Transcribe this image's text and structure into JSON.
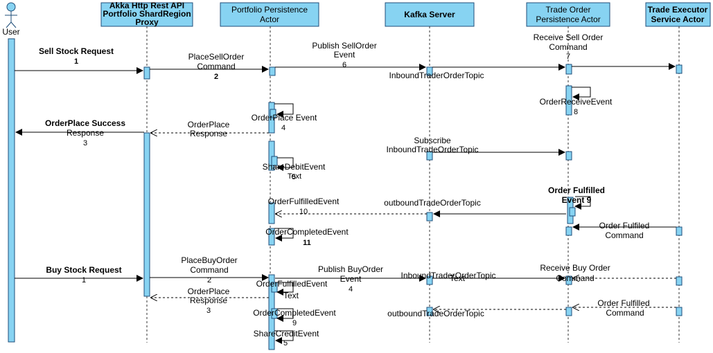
{
  "actor": {
    "label": "User"
  },
  "heads": [
    {
      "id": "proxy",
      "lines": [
        "Akka Http Rest API",
        "Portfolio ShardRegion",
        "Proxy"
      ]
    },
    {
      "id": "ppa",
      "lines": [
        "Portfolio Persistence",
        "Actor"
      ]
    },
    {
      "id": "kafka",
      "lines": [
        "Kafka Server"
      ]
    },
    {
      "id": "topa",
      "lines": [
        "Trade Order",
        "Persistence Actor"
      ]
    },
    {
      "id": "tesa",
      "lines": [
        "Trade Executor",
        "Service Actor"
      ]
    }
  ],
  "messages": {
    "m1": {
      "text": "Sell Stock Request",
      "num": "1"
    },
    "m2": {
      "text": "PlaceSellOrder",
      "text2": "Command",
      "num": "2"
    },
    "m6": {
      "text": "Publish SellOrder",
      "text2": "Event",
      "num": "6"
    },
    "m7": {
      "text": "Receive Sell Order",
      "text2": "Command",
      "num": "7"
    },
    "topic_in_1": "InboundTraderOrderTopic",
    "m8": {
      "text": "OrderReceiveEvent",
      "num": "8"
    },
    "m4": {
      "text": "OrderPlace Event",
      "num": "4"
    },
    "m3": {
      "text": "OrderPlace Success",
      "text2": "Response",
      "num": "3"
    },
    "m3b": {
      "text": "OrderPlace",
      "text2": "Response"
    },
    "sub": {
      "text": "Subscribe",
      "text2": "InboundTradeOrderTopic"
    },
    "m5": {
      "text": "ShareDebitEvent",
      "num": "5",
      "extra": "Text"
    },
    "m9": {
      "text": "Order Fulfilled",
      "text2": "Event 9"
    },
    "m10": {
      "text": "OrderFulfilledEvent",
      "num": "10"
    },
    "topic_out_1": "outboundTradeOrderTopic",
    "m11": {
      "text": "OrderCompletedEvent",
      "num": "11"
    },
    "ofc1": {
      "text": "Order Fulfiled",
      "text2": "Command"
    },
    "b1": {
      "text": "Buy Stock Request",
      "num": "1"
    },
    "b2": {
      "text": "PlaceBuyOrder",
      "text2": "Command",
      "num": "2"
    },
    "b4": {
      "text": "Publish BuyOrder",
      "text2": "Event",
      "num": "4"
    },
    "topic_in_2": "InboundTraderOrderTopic",
    "topic_in_2_extra": "Text",
    "b_recv": {
      "text": "Receive Buy Order",
      "text2": "Command"
    },
    "b3": {
      "text": "OrderPlace",
      "text2": "Response",
      "num": "3"
    },
    "b_ofe": {
      "text": "OrderFulfilledEvent",
      "extra": "Text"
    },
    "b9": {
      "text": "OrderCompletedEvent",
      "num": "9"
    },
    "topic_out_2": "outboundTradeOrderTopic",
    "ofc2": {
      "text": "Order Fulfilled",
      "text2": "Command"
    },
    "b5": {
      "text": "ShareCreditEvent",
      "num": "5"
    }
  }
}
